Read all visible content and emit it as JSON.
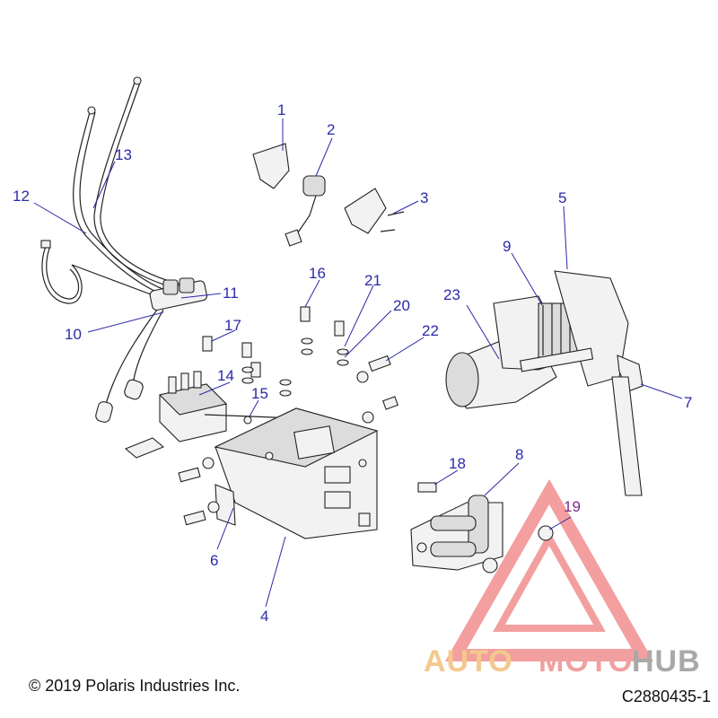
{
  "callouts": {
    "c1": "1",
    "c2": "2",
    "c3": "3",
    "c4": "4",
    "c5": "5",
    "c6": "6",
    "c7": "7",
    "c8": "8",
    "c9": "9",
    "c10": "10",
    "c11": "11",
    "c12": "12",
    "c13": "13",
    "c14": "14",
    "c15": "15",
    "c16": "16",
    "c17": "17",
    "c18": "18",
    "c19": "19",
    "c20": "20",
    "c21": "21",
    "c22": "22",
    "c23": "23"
  },
  "footer": {
    "copyright": "© 2019 Polaris Industries Inc.",
    "figure_id": "C2880435-1"
  },
  "watermark": {
    "part_a": "AUTO",
    "part_b": "MOTO",
    "part_c": "HUB",
    "colors": {
      "auto": "#f3c98d",
      "moto": "#f0a0a0",
      "hub": "#a9a9a9",
      "triangle": "#f08080"
    }
  },
  "colors": {
    "callout": "#2a2aa8",
    "line_art": "#222222"
  }
}
